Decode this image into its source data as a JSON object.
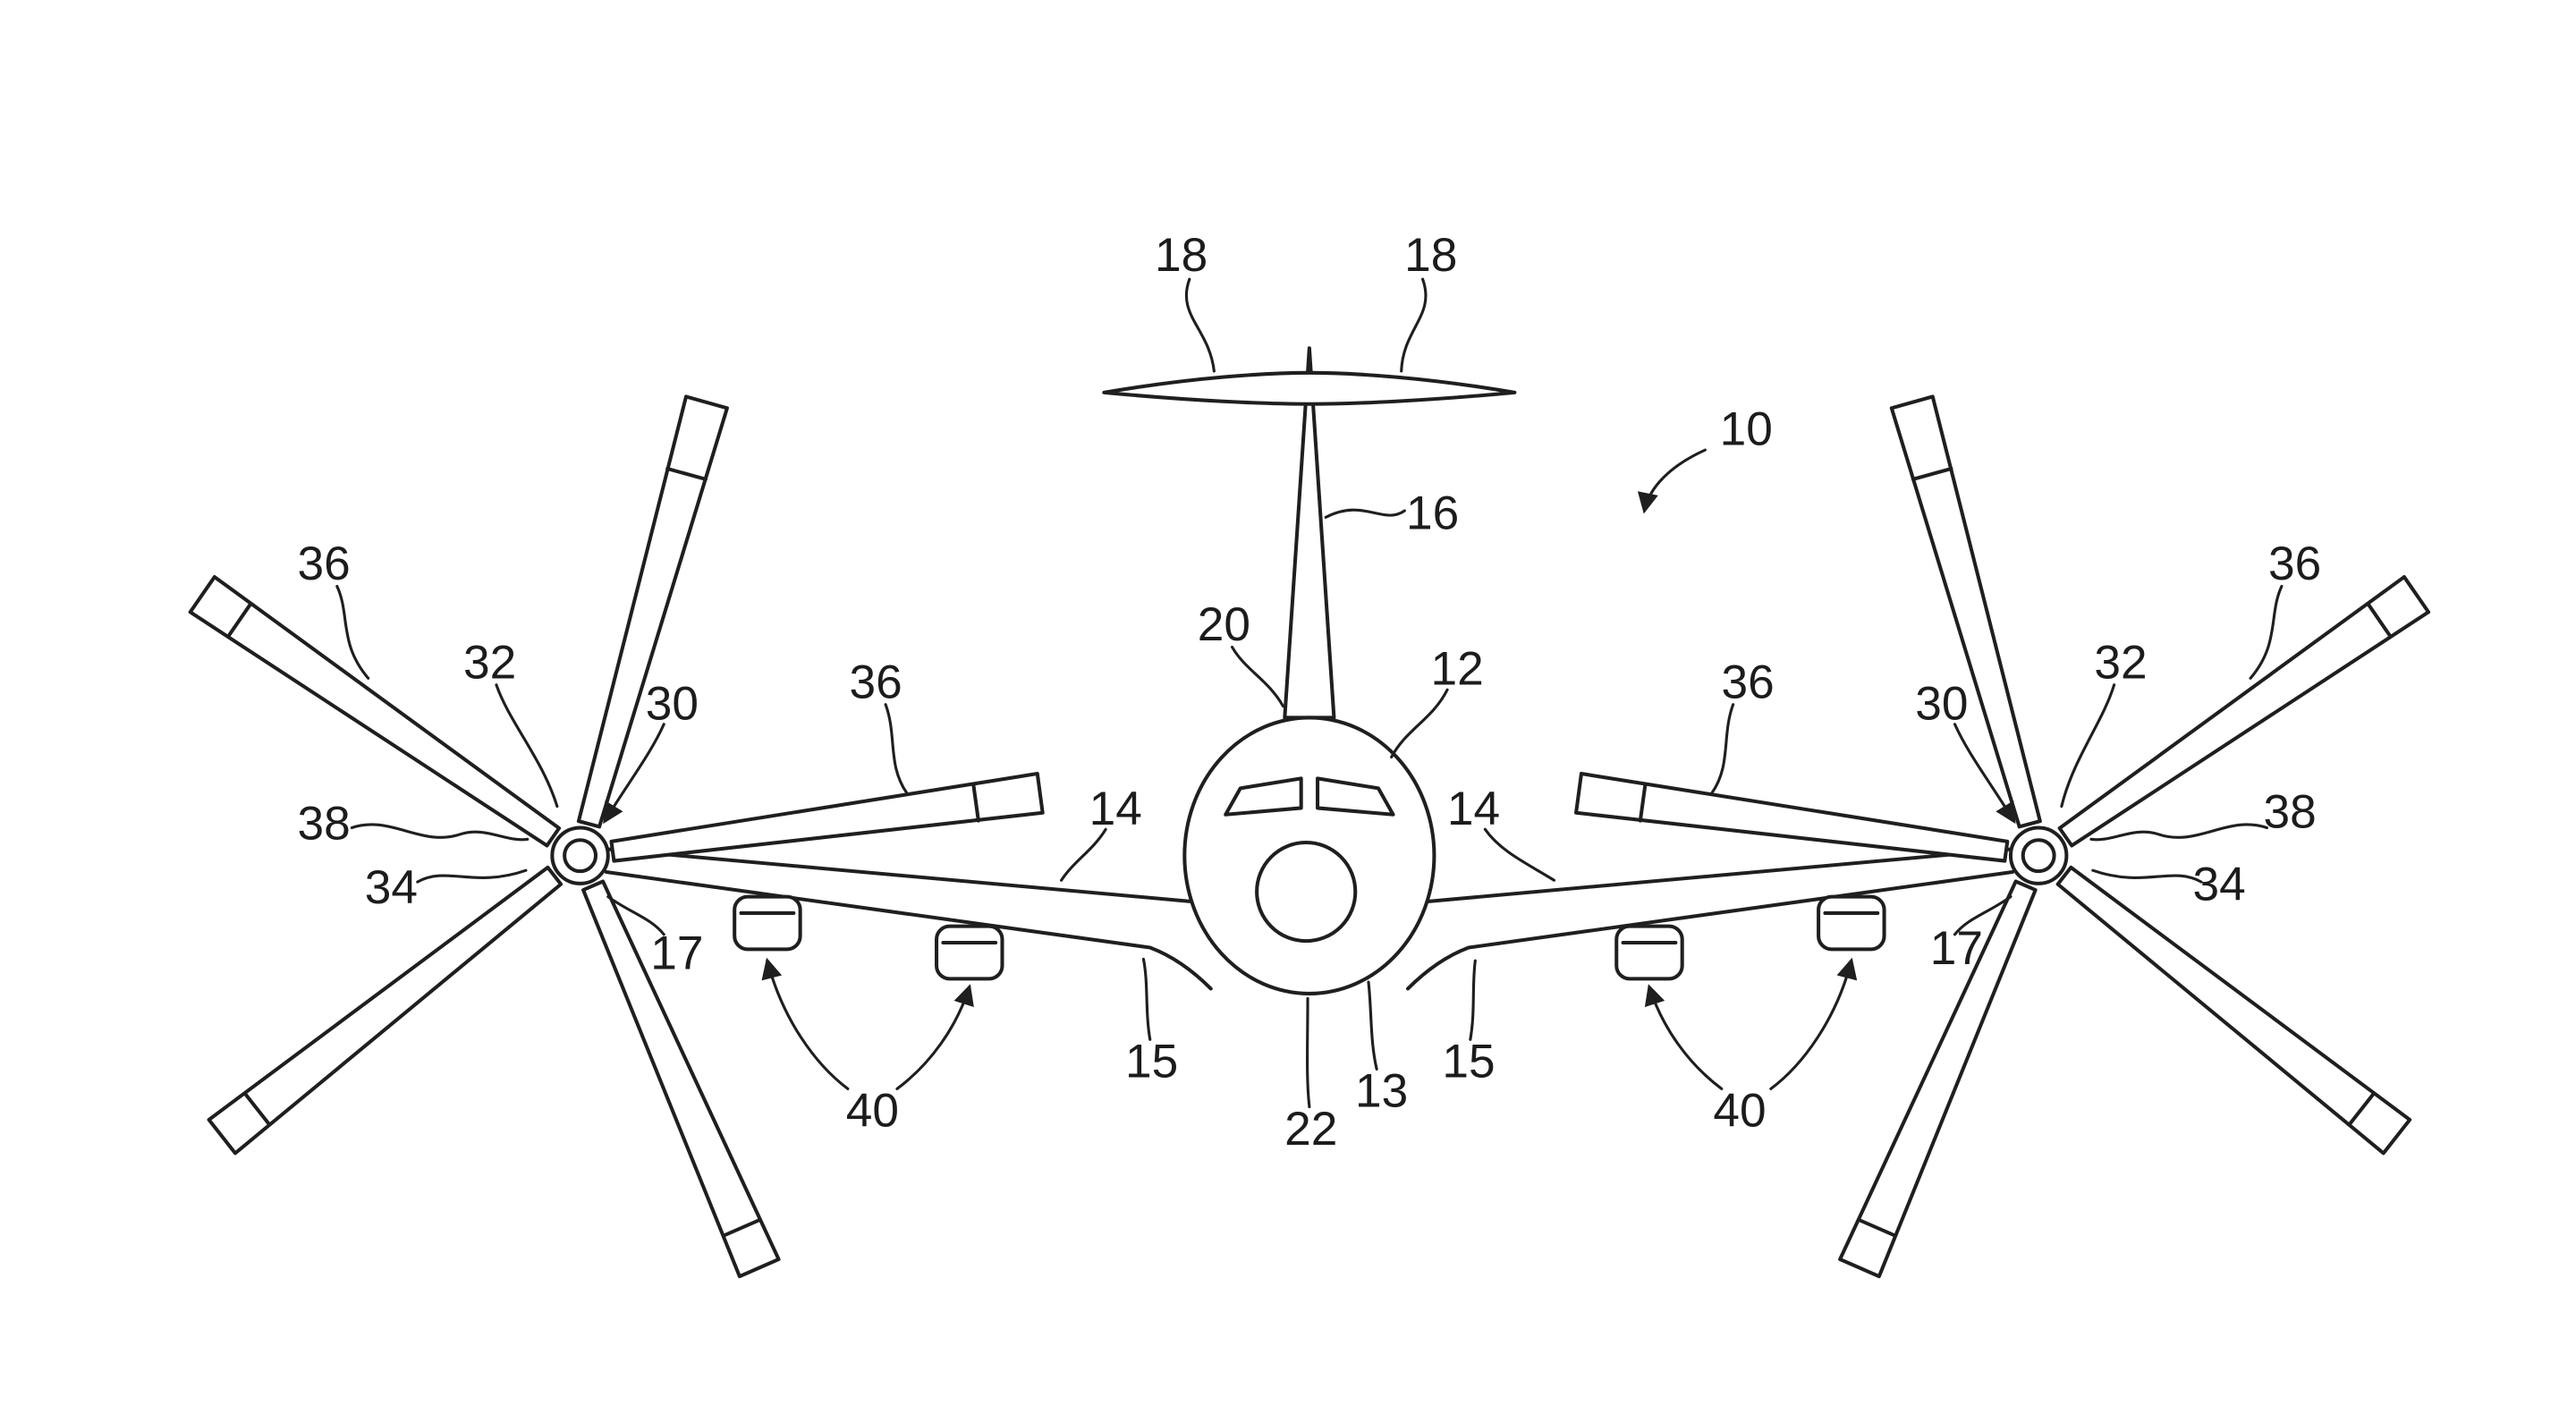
{
  "figure": {
    "background": "#ffffff",
    "line_color": "#1f1f1f"
  },
  "labels": {
    "ref18L": "18",
    "ref18R": "18",
    "ref10": "10",
    "ref16": "16",
    "ref20": "20",
    "ref12": "12",
    "ref36LO": "36",
    "ref32L": "32",
    "ref30L": "30",
    "ref38L": "38",
    "ref34L": "34",
    "ref17L": "17",
    "ref36LI": "36",
    "ref14L": "14",
    "ref15L": "15",
    "ref40L": "40",
    "ref22": "22",
    "ref13": "13",
    "ref14R": "14",
    "ref15R": "15",
    "ref40R": "40",
    "ref36RI": "36",
    "ref30R": "30",
    "ref32R": "32",
    "ref36RO": "36",
    "ref38R": "38",
    "ref34R": "34",
    "ref17R": "17"
  }
}
